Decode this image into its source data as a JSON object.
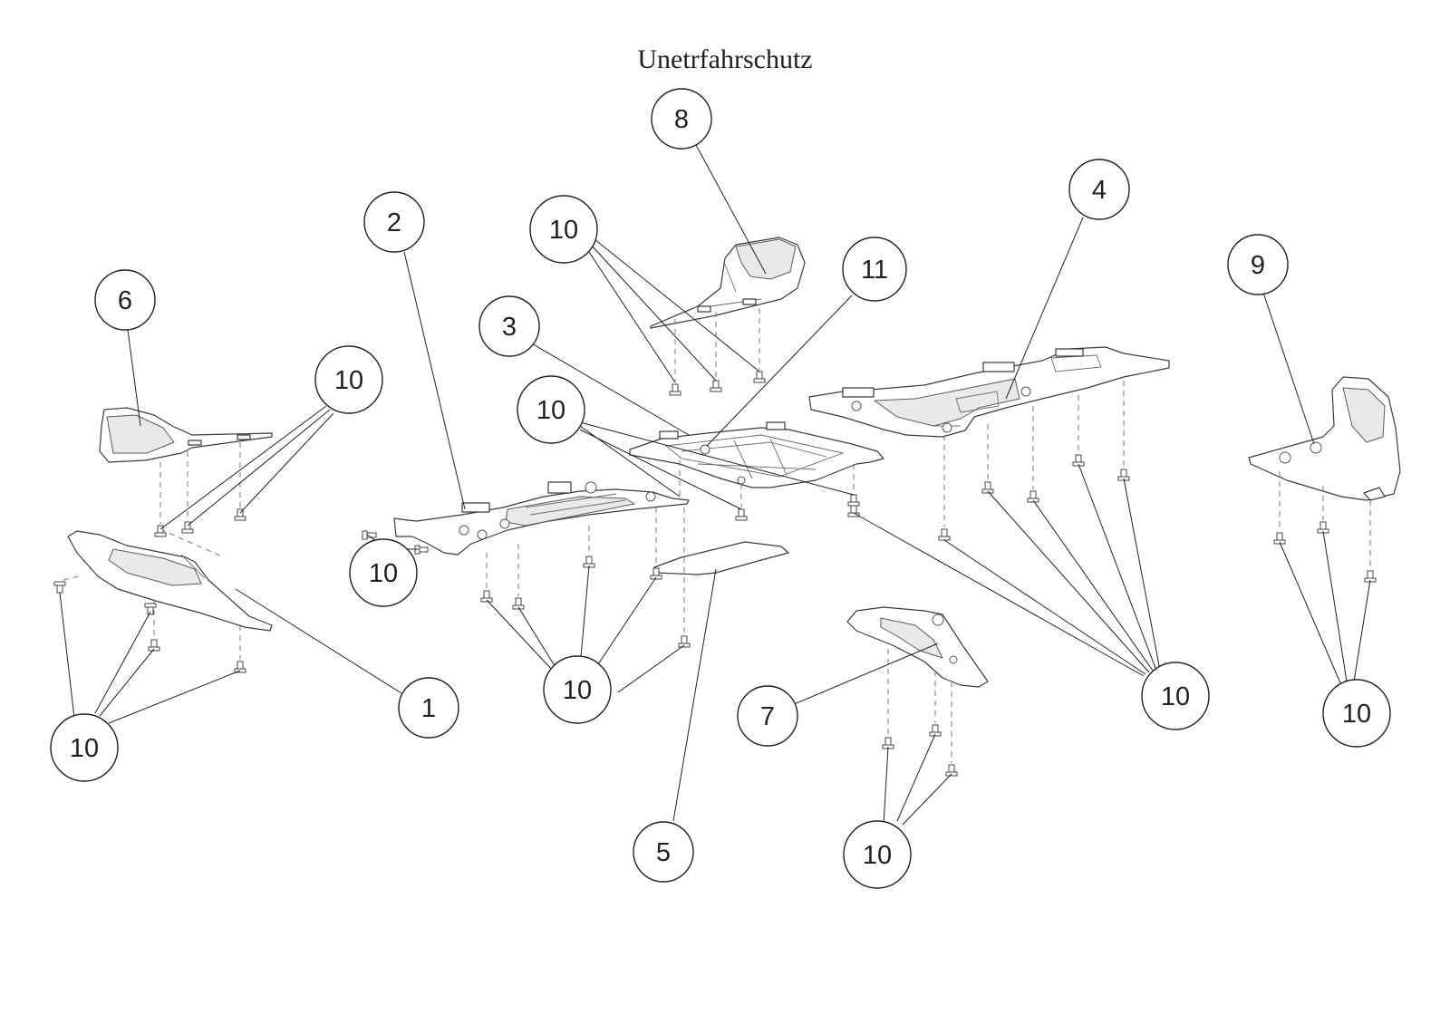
{
  "title": "Unetrfahrschutz",
  "callouts": [
    {
      "id": "c8",
      "label": "8"
    },
    {
      "id": "c2",
      "label": "2"
    },
    {
      "id": "c10a",
      "label": "10"
    },
    {
      "id": "c11",
      "label": "11"
    },
    {
      "id": "c4",
      "label": "4"
    },
    {
      "id": "c9",
      "label": "9"
    },
    {
      "id": "c6",
      "label": "6"
    },
    {
      "id": "c3",
      "label": "3"
    },
    {
      "id": "c10b",
      "label": "10"
    },
    {
      "id": "c10c",
      "label": "10"
    },
    {
      "id": "c10d",
      "label": "10"
    },
    {
      "id": "c10e",
      "label": "10"
    },
    {
      "id": "c1",
      "label": "1"
    },
    {
      "id": "c10f",
      "label": "10"
    },
    {
      "id": "c7",
      "label": "7"
    },
    {
      "id": "c10g",
      "label": "10"
    },
    {
      "id": "c10h",
      "label": "10"
    },
    {
      "id": "c5",
      "label": "5"
    },
    {
      "id": "c10i",
      "label": "10"
    }
  ]
}
